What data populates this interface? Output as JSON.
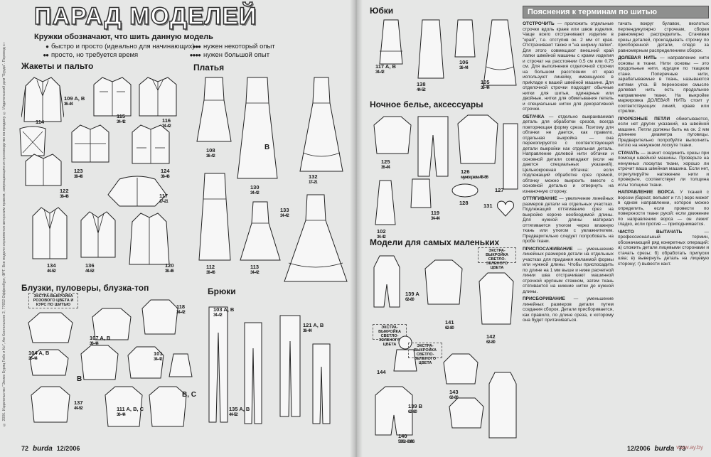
{
  "title": "ПАРАД МОДЕЛЕЙ",
  "legend": {
    "title": "Кружки обозначают, что шить данную модель",
    "items": [
      {
        "dots": "●",
        "text": "быстро и просто (идеально для начинающих)"
      },
      {
        "dots": "●●",
        "text": "просто, но требуется время"
      },
      {
        "dots": "●●●",
        "text": "нужен некоторый опыт"
      },
      {
        "dots": "●●●●",
        "text": "нужен большой опыт"
      }
    ]
  },
  "side_note": "© 2006. Издательство \"Эксмо Буряц Гмбх и Ко\", Ам Костельхоне 2, 77652 Оффенбург, ФРГ. Все модели охраняются авторским правом, запрещающим их производство на продажу. © Издательский дом \"Бурда\". Перевод с немецкого языка, 2006.",
  "sections": {
    "jackets": "Жакеты и пальто",
    "dresses": "Платья",
    "blouses": "Блузки, пуловеры, блузка-топ",
    "trousers": "Брюки",
    "skirts": "Юбки",
    "nightwear": "Ночное белье, аксессуары",
    "kids": "Модели для самых маленьких"
  },
  "labels": {
    "l109": {
      "num": "109 A, B",
      "size": "36–44"
    },
    "l114": {
      "num": "114",
      "size": ""
    },
    "l115": {
      "num": "115",
      "size": "34–42"
    },
    "l116": {
      "num": "116",
      "size": "34–42"
    },
    "l123": {
      "num": "123",
      "size": "38–46"
    },
    "l124": {
      "num": "124",
      "size": "38–46"
    },
    "l122": {
      "num": "122",
      "size": "38–46"
    },
    "l117": {
      "num": "117",
      "size": "17–21"
    },
    "l134": {
      "num": "134",
      "size": "44–52"
    },
    "l136": {
      "num": "136",
      "size": "44–52"
    },
    "l120": {
      "num": "120",
      "size": "38–46"
    },
    "l108": {
      "num": "108",
      "size": "36–42"
    },
    "l130": {
      "num": "130",
      "size": "34–42"
    },
    "l132": {
      "num": "132",
      "size": "17–21"
    },
    "l112": {
      "num": "112",
      "size": "38–46"
    },
    "l113": {
      "num": "113",
      "size": "34–42"
    },
    "l133": {
      "num": "133",
      "size": "34–42"
    },
    "l118": {
      "num": "118",
      "size": "34–42"
    },
    "l107": {
      "num": "107 A, B",
      "size": "36–44"
    },
    "l104": {
      "num": "104 A, B",
      "size": "36–44"
    },
    "l101": {
      "num": "101",
      "size": "34–42"
    },
    "l137": {
      "num": "137",
      "size": "44–52"
    },
    "l111": {
      "num": "111 A, B, C",
      "size": "36–44"
    },
    "l103": {
      "num": "103 A, B",
      "size": "34–42"
    },
    "l121": {
      "num": "121 A, B",
      "size": "36–44"
    },
    "l135": {
      "num": "135 A, B",
      "size": "44–52"
    },
    "l117s": {
      "num": "117 A, B",
      "size": "34–42"
    },
    "l106": {
      "num": "106",
      "size": "36–44"
    },
    "l138": {
      "num": "138",
      "size": "44–52"
    },
    "l105": {
      "num": "105",
      "size": "36–44"
    },
    "l125": {
      "num": "125",
      "size": "36–44"
    },
    "l126": {
      "num": "126",
      "size": "мужск. разм. 48–56"
    },
    "l127": {
      "num": "127",
      "size": ""
    },
    "l102": {
      "num": "102",
      "size": "34–42"
    },
    "l119": {
      "num": "119",
      "size": "34–44"
    },
    "l128": {
      "num": "128",
      "size": ""
    },
    "l131": {
      "num": "131",
      "size": ""
    },
    "l139a": {
      "num": "139 A",
      "size": "62–80"
    },
    "l141": {
      "num": "141",
      "size": "62–80"
    },
    "l144": {
      "num": "144",
      "size": ""
    },
    "l142": {
      "num": "142",
      "size": "62–80"
    },
    "l143": {
      "num": "143",
      "size": "62–80"
    },
    "l139b": {
      "num": "139 B",
      "size": "62–80"
    },
    "l140": {
      "num": "140",
      "size": "56/62–80/86"
    }
  },
  "letters": {
    "A": "A",
    "B": "B",
    "BC": "B, C"
  },
  "extras": {
    "pink": "экстра-выкройка розового цвета и курс по шитью",
    "blue1": "экстра-выкройка светло-зеленого цвета",
    "green": "экстра-выкройка светло-зеленого цвета",
    "blue2": "экстра-выкройка светло-зеленого цвета"
  },
  "footer": {
    "left_page": "72",
    "right_page": "73",
    "brand": "burda",
    "issue": "12/2006"
  },
  "glossary": {
    "title": "Пояснения к терминам по шитью",
    "col1": [
      {
        "term": "ОТСТРОЧИТЬ",
        "text": " — проложить отдельные строчки вдоль краев или швов изделия. Чаще всего отстрачивают изделие в \"край\", т.е. отступив ок. 2 мм от края. Отстрачивают также и \"на ширину лапки\". Для этого совмещают внешний край лапки швейной машины с краем изделия и строчат на расстоянии 0,5 см или 0,75 см. Для выполнения отделочной строчки на большом расстоянии от края используют линейку, имеющуюся в приkладе к вашей швейной машине. Для отделочной строчки подходят обычные нитки для шитья, одинарные или двойные, нитки для обметывания петель и специальные нитки для декоративной строчки."
      },
      {
        "term": "ОБТАЧКА",
        "text": " — отдельно выкраиваемая деталь для обработки срезов, всегда повторяющая форму среза. Поэтому для обтачки не дается, как правило, отдельная выкройка — она перекопируется с соответствующей детали выкройки как отдельная деталь. Направление долевой нити обтачки и основной детали совпадают (если не даются специальных указаний). Цельнокроеная обтачка: если подлежащий обработке срез прямой, обтачку можно выкроить вместе с основной деталью и отвернуть на изнаночную сторону."
      },
      {
        "term": "ОТТЯГИВАНИЕ",
        "text": " — увеличение линейных размеров детали на отдельных участках. Подлежащий оттягиванию срез на выкройке короче необходимой длины. Для нужной длины материал оттягивается утюгом через влажную ткань или утюгом с увлажнителем. Предварительно следует попробовать на пробе ткани."
      },
      {
        "term": "ПРИСПОСАЖИВАНИЕ",
        "text": " — уменьшение линейных размеров детали на отдельных участках для придания желаемой формы или нужной длины. Чтобы приспосадить по длине на 1 мм выше и ниже расчетной линии шва отстрачивают машинной строчкой крупным стежком, затем ткань стягивается на нижние нитки до нужной длины."
      },
      {
        "term": "ПРИСБОРИВАНИЕ",
        "text": " — уменьшение линейных размеров детали путем создания сборок. Детали присборивается, как правило, по длине среза, к которому она будет притачиваться."
      }
    ],
    "col2": [
      {
        "term": "",
        "text": "тачать вокруг булавок, вколотых перпендикулярно строчкам, сборки равномерно распределить. Стачивая срезы деталей, прокладывать строчку по присборенной детали, следя за равномерным распределением сборок."
      },
      {
        "term": "ДОЛЕВАЯ НИТЬ",
        "text": " — направление нити основы в ткани. Нити основы — это продольные нити, идущие по ткацком стане. Поперечные нити, зарабатываемые в ткань, называются нитями утка. В переносном смысле долевая нить есть продольное направление ткани. На выкройке маркировка ДОЛЕВАЯ НИТЬ стоит у соответствующих линий, краев или стрелки."
      },
      {
        "term": "ПРОРЕЗНЫЕ ПЕТЛИ",
        "text": " обметываются, если нет других указаний, на швейной машине. Петли должны быть на ок. 2 мм длиннее диаметра пуговицы. Предварительно попробуйте выполнить петлю на ненужном лоскуте ткани."
      },
      {
        "term": "СТАЧАТЬ",
        "text": " — значит соединить срезы при помощи швейной машины. Проверьте на ненужных лоскутах ткани, хорошо ли строчит ваша швейная машина. Если нет, отрегулируйте натяжение нити и проверьте, соответствует ли толщина иглы толщине ткани."
      },
      {
        "term": "НАПРАВЛЕНИЕ ВОРСА",
        "text": ". У тканей с ворсом (бархат, вельвет и т.п.) ворс может в одном направлении, которое можно определить, если провести по поверхности ткани рукой: если движение по направлению ворса — он лежит гладко, если против — приподнимается."
      },
      {
        "term": "ЧИСТО ВЫТАЧАТЬ",
        "text": " — профессиональный термин, обозначающий ряд конкретных операций: а) сложить детали лицевыми сторонами и стачать срезы; б) обработать припуски шва; в) вывернуть деталь на лицевую сторону; г) вывести кант."
      }
    ]
  },
  "watermark": "www.ay.by"
}
